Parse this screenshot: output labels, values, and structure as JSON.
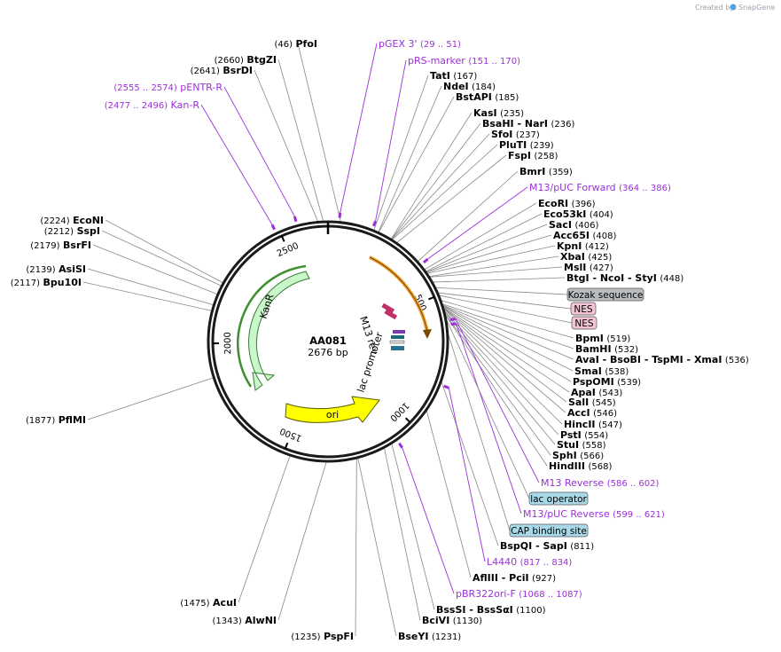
{
  "credit": {
    "text": "Created by",
    "brand": "SnapGene"
  },
  "plasmid": {
    "name": "AA081",
    "length": "2676 bp"
  },
  "ticks": [
    "500",
    "1000",
    "1500",
    "2000",
    "2500"
  ],
  "features": [
    {
      "label": "KanR",
      "color": "#c9f7c9"
    },
    {
      "label": "ori",
      "color": "#ffff00"
    },
    {
      "label": "lac promoter",
      "color": "#ffffff"
    },
    {
      "label": "M13 rev",
      "color": "#ffffff"
    }
  ],
  "sites": [
    {
      "name": "PfoI",
      "pos": "(46)"
    },
    {
      "name": "BtgZI",
      "pos": "(2660)"
    },
    {
      "name": "BsrDI",
      "pos": "(2641)"
    },
    {
      "name": "EcoNI",
      "pos": "(2224)"
    },
    {
      "name": "SspI",
      "pos": "(2212)"
    },
    {
      "name": "BsrFI",
      "pos": "(2179)"
    },
    {
      "name": "AsiSI",
      "pos": "(2139)"
    },
    {
      "name": "Bpu10I",
      "pos": "(2117)"
    },
    {
      "name": "PflMI",
      "pos": "(1877)"
    },
    {
      "name": "AcuI",
      "pos": "(1475)"
    },
    {
      "name": "AlwNI",
      "pos": "(1343)"
    },
    {
      "name": "PspFI",
      "pos": "(1235)"
    },
    {
      "name": "BseYI",
      "pos": "(1231)"
    },
    {
      "name": "BciVI",
      "pos": "(1130)"
    },
    {
      "name": "BssSI  -  BssSαI",
      "pos": "(1100)"
    },
    {
      "name": "AflIII  -  PciI",
      "pos": "(927)"
    },
    {
      "name": "BspQI  -  SapI",
      "pos": "(811)"
    },
    {
      "name": "HindIII",
      "pos": "(568)"
    },
    {
      "name": "SphI",
      "pos": "(566)"
    },
    {
      "name": "StuI",
      "pos": "(558)"
    },
    {
      "name": "PstI",
      "pos": "(554)"
    },
    {
      "name": "HincII",
      "pos": "(547)"
    },
    {
      "name": "AccI",
      "pos": "(546)"
    },
    {
      "name": "SalI",
      "pos": "(545)"
    },
    {
      "name": "ApaI",
      "pos": "(543)"
    },
    {
      "name": "PspOMI",
      "pos": "(539)"
    },
    {
      "name": "SmaI",
      "pos": "(538)"
    },
    {
      "name": "AvaI  -  BsoBI  -  TspMI  -  XmaI",
      "pos": "(536)"
    },
    {
      "name": "BamHI",
      "pos": "(532)"
    },
    {
      "name": "BpmI",
      "pos": "(519)"
    },
    {
      "name": "BtgI  -  NcoI  -  StyI",
      "pos": "(448)"
    },
    {
      "name": "MslI",
      "pos": "(427)"
    },
    {
      "name": "XbaI",
      "pos": "(425)"
    },
    {
      "name": "KpnI",
      "pos": "(412)"
    },
    {
      "name": "Acc65I",
      "pos": "(408)"
    },
    {
      "name": "SacI",
      "pos": "(406)"
    },
    {
      "name": "Eco53kI",
      "pos": "(404)"
    },
    {
      "name": "EcoRI",
      "pos": "(396)"
    },
    {
      "name": "BmrI",
      "pos": "(359)"
    },
    {
      "name": "FspI",
      "pos": "(258)"
    },
    {
      "name": "PluTI",
      "pos": "(239)"
    },
    {
      "name": "SfoI",
      "pos": "(237)"
    },
    {
      "name": "BsaHI  -  NarI",
      "pos": "(236)"
    },
    {
      "name": "KasI",
      "pos": "(235)"
    },
    {
      "name": "BstAPI",
      "pos": "(185)"
    },
    {
      "name": "NdeI",
      "pos": "(184)"
    },
    {
      "name": "TatI",
      "pos": "(167)"
    }
  ],
  "primers": [
    {
      "name": "pGEX 3'",
      "range": "(29 .. 51)"
    },
    {
      "name": "pRS-marker",
      "range": "(151 .. 170)"
    },
    {
      "name": "pENTR-R",
      "range": "(2555 .. 2574)"
    },
    {
      "name": "Kan-R",
      "range": "(2477 .. 2496)"
    },
    {
      "name": "M13/pUC Forward",
      "range": "(364 .. 386)"
    },
    {
      "name": "M13 Reverse",
      "range": "(586 .. 602)"
    },
    {
      "name": "M13/pUC Reverse",
      "range": "(599 .. 621)"
    },
    {
      "name": "L4440",
      "range": "(817 .. 834)"
    },
    {
      "name": "pBR322ori-F",
      "range": "(1068 .. 1087)"
    }
  ],
  "boxes": [
    {
      "text": "Kozak sequence",
      "fill": "#b9bcc0"
    },
    {
      "text": "NES",
      "fill": "#f2c4d6"
    },
    {
      "text": "NES",
      "fill": "#f2c4d6"
    },
    {
      "text": "lac operator",
      "fill": "#a9d8e8"
    },
    {
      "text": "CAP binding site",
      "fill": "#a9d8e8"
    }
  ]
}
